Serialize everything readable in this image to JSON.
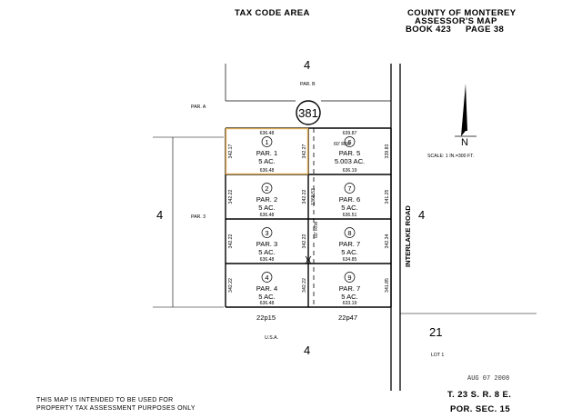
{
  "header": {
    "tax_code_area": "TAX CODE AREA",
    "county": "COUNTY OF MONTEREY",
    "map_type": "ASSESSOR'S MAP",
    "book": "BOOK 423",
    "page": "PAGE 38"
  },
  "map_number": "381",
  "tax_area_codes": {
    "top": "4",
    "left": "4",
    "right": "4",
    "bottom": "4",
    "lower_right": "21"
  },
  "region_labels": {
    "par_a": "PAR. A",
    "par_b": "PAR. B",
    "par_3": "PAR. 3",
    "usa": "U.S.A.",
    "lot_1": "LOT 1"
  },
  "road_name": "INTERLAKE ROAD",
  "right_of_way": [
    "60' R/W",
    "60' R/W"
  ],
  "scale": "SCALE: 1 IN.=300 FT.",
  "north_label": "N",
  "parcels": [
    {
      "id": "1",
      "par": "PAR. 1",
      "area": "5 AC.",
      "col": "left",
      "row": 0,
      "top": "636.48",
      "bottom": "636.48",
      "left": "342.17",
      "right": "342.27",
      "highlight": true
    },
    {
      "id": "2",
      "par": "PAR. 2",
      "area": "5 AC.",
      "col": "left",
      "row": 1,
      "top": "",
      "bottom": "636.48",
      "left": "342.22",
      "right": "342.22",
      "highlight": false
    },
    {
      "id": "3",
      "par": "PAR. 3",
      "area": "5 AC.",
      "col": "left",
      "row": 2,
      "top": "",
      "bottom": "636.48",
      "left": "342.22",
      "right": "342.22",
      "highlight": false
    },
    {
      "id": "4",
      "par": "PAR. 4",
      "area": "5 AC.",
      "col": "left",
      "row": 3,
      "top": "",
      "bottom": "636.48",
      "left": "342.22",
      "right": "342.22",
      "highlight": false
    },
    {
      "id": "6",
      "par": "PAR. 5",
      "area": "5.003 AC.",
      "col": "right",
      "row": 0,
      "top": "639.87",
      "bottom": "636.19",
      "left": "",
      "right": "339.83",
      "highlight": false
    },
    {
      "id": "7",
      "par": "PAR. 6",
      "area": "5 AC.",
      "col": "right",
      "row": 1,
      "top": "",
      "bottom": "636.51",
      "left": "1368.53",
      "right": "341.25",
      "highlight": false
    },
    {
      "id": "8",
      "par": "PAR. 7",
      "area": "5 AC.",
      "col": "right",
      "row": 2,
      "top": "",
      "bottom": "634.85",
      "left": "",
      "right": "342.34",
      "highlight": false
    },
    {
      "id": "9",
      "par": "PAR. 7",
      "area": "5 AC.",
      "col": "right",
      "row": 3,
      "top": "",
      "bottom": "633.19",
      "left": "",
      "right": "341.85",
      "highlight": false
    }
  ],
  "page_refs": {
    "left": "22p15",
    "right": "22p47"
  },
  "stamp_date": "AUG 07 2008",
  "township": "T. 23 S. R. 8 E.",
  "section": "POR. SEC. 15",
  "disclaimer_line1": "THIS MAP IS INTENDED TO BE USED FOR",
  "disclaimer_line2": "PROPERTY TAX ASSESSMENT PURPOSES ONLY",
  "colors": {
    "highlight": "#d9a650",
    "lines": "#000000"
  }
}
